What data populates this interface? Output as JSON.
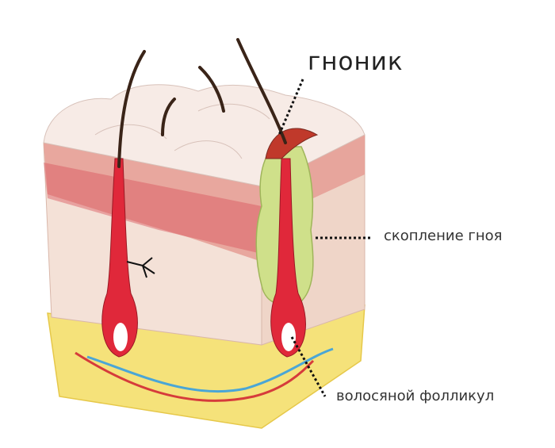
{
  "labels": {
    "pimple": "гноник",
    "pus": "скопление гноя",
    "follicle": "волосяной фолликул"
  },
  "colors": {
    "epidermis": "#e9a9a1",
    "dermis": "#f3ddd3",
    "fat": "#f5e27a",
    "pus": "#cfe08a",
    "follicle": "#e0283a",
    "hair": "#3a2418",
    "artery": "#d63b3b",
    "vein": "#4aa6d6"
  }
}
